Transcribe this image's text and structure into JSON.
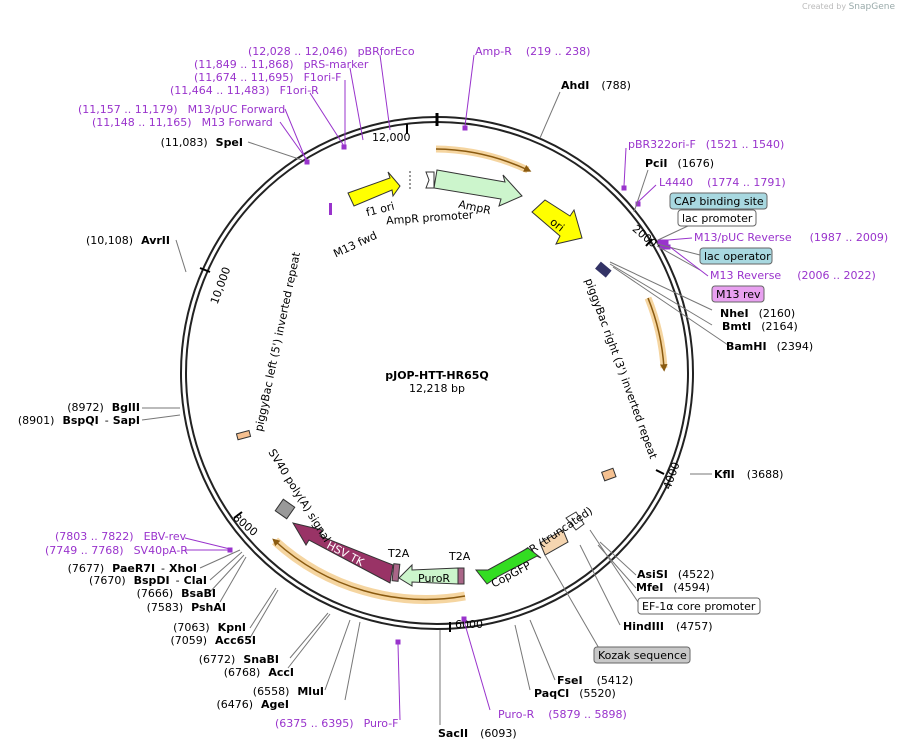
{
  "credit": {
    "prefix": "Created by",
    "brand": "SnapGene"
  },
  "plasmid": {
    "name": "pJOP-HTT-HR65Q",
    "size": "12,218 bp"
  },
  "ticks": [
    "12,000",
    "2000",
    "4000",
    "6000",
    "8000",
    "10,000"
  ],
  "enzymes": [
    {
      "name": "AhdI",
      "pos": "(788)"
    },
    {
      "name": "PciI",
      "pos": "(1676)"
    },
    {
      "name": "NheI",
      "pos": "(2160)"
    },
    {
      "name": "BmtI",
      "pos": "(2164)"
    },
    {
      "name": "BamHI",
      "pos": "(2394)"
    },
    {
      "name": "KflI",
      "pos": "(3688)"
    },
    {
      "name": "AsiSI",
      "pos": "(4522)"
    },
    {
      "name": "MfeI",
      "pos": "(4594)"
    },
    {
      "name": "HindIII",
      "pos": "(4757)"
    },
    {
      "name": "FseI",
      "pos": "(5412)"
    },
    {
      "name": "PaqCI",
      "pos": "(5520)"
    },
    {
      "name": "SacII",
      "pos": "(6093)"
    },
    {
      "name": "AgeI",
      "pos": "(6476)"
    },
    {
      "name": "MluI",
      "pos": "(6558)"
    },
    {
      "name": "AccI",
      "pos": "(6768)"
    },
    {
      "name": "SnaBI",
      "pos": "(6772)"
    },
    {
      "name": "Acc65I",
      "pos": "(7059)"
    },
    {
      "name": "KpnI",
      "pos": "(7063)"
    },
    {
      "name": "PshAI",
      "pos": "(7583)"
    },
    {
      "name": "BsaBI",
      "pos": "(7666)"
    },
    {
      "name": "BspDI",
      "pos": "(7670)",
      "extra": "ClaI"
    },
    {
      "name": "PaeR7I",
      "pos": "(7677)",
      "extra": "XhoI"
    },
    {
      "name": "BspQI",
      "pos": "(8901)",
      "extra": "SapI"
    },
    {
      "name": "BglII",
      "pos": "(8972)"
    },
    {
      "name": "AvrII",
      "pos": "(10,108)"
    },
    {
      "name": "SpeI",
      "pos": "(11,083)"
    }
  ],
  "primers": [
    {
      "name": "Amp-R",
      "range": "(219 .. 238)"
    },
    {
      "name": "pBR322ori-F",
      "range": "(1521 .. 1540)"
    },
    {
      "name": "L4440",
      "range": "(1774 .. 1791)"
    },
    {
      "name": "M13/pUC Reverse",
      "range": "(1987 .. 2009)"
    },
    {
      "name": "M13 Reverse",
      "range": "(2006 .. 2022)"
    },
    {
      "name": "Puro-R",
      "range": "(5879 .. 5898)"
    },
    {
      "name": "Puro-F",
      "range": "(6375 .. 6395)"
    },
    {
      "name": "SV40pA-R",
      "range": "(7749 .. 7768)"
    },
    {
      "name": "EBV-rev",
      "range": "(7803 .. 7822)"
    },
    {
      "name": "M13 Forward",
      "range": "(11,148 .. 11,165)"
    },
    {
      "name": "M13/pUC Forward",
      "range": "(11,157 .. 11,179)"
    },
    {
      "name": "F1ori-R",
      "range": "(11,464 .. 11,483)"
    },
    {
      "name": "F1ori-F",
      "range": "(11,674 .. 11,695)"
    },
    {
      "name": "pRS-marker",
      "range": "(11,849 .. 11,868)"
    },
    {
      "name": "pBRforEco",
      "range": "(12,028 .. 12,046)"
    }
  ],
  "boxed": [
    "CAP binding site",
    "lac promoter",
    "lac operator",
    "M13 rev",
    "EF-1α core promoter",
    "Kozak sequence"
  ],
  "features": {
    "f1ori": "f1 ori",
    "ampr_promoter": "AmpR promoter",
    "ampr": "AmpR",
    "m13fwd": "M13 fwd",
    "ori": "ori",
    "pb_right": "piggyBac right (3') inverted repeat",
    "pb_left": "piggyBac left (5') inverted repeat",
    "ltr": "5' LTR (truncated)",
    "copgfp": "CopGFP",
    "t2a_1": "T2A",
    "t2a_2": "T2A",
    "puror": "PuroR",
    "hsvtk": "HSV TK",
    "sv40": "SV40 poly(A) signal"
  },
  "colors": {
    "primer": "#9933cc",
    "ampr": "#ccf5cc",
    "ori": "#ffff00",
    "copgfp": "#33dd22",
    "hsvtk": "#993366",
    "puror": "#ccf5cc",
    "orf": "#e8a030",
    "cap": "#a8d8e0",
    "m13rev": "#e8a0f0",
    "kozak": "#c8c8c8",
    "ltr": "#f5d5b0"
  }
}
